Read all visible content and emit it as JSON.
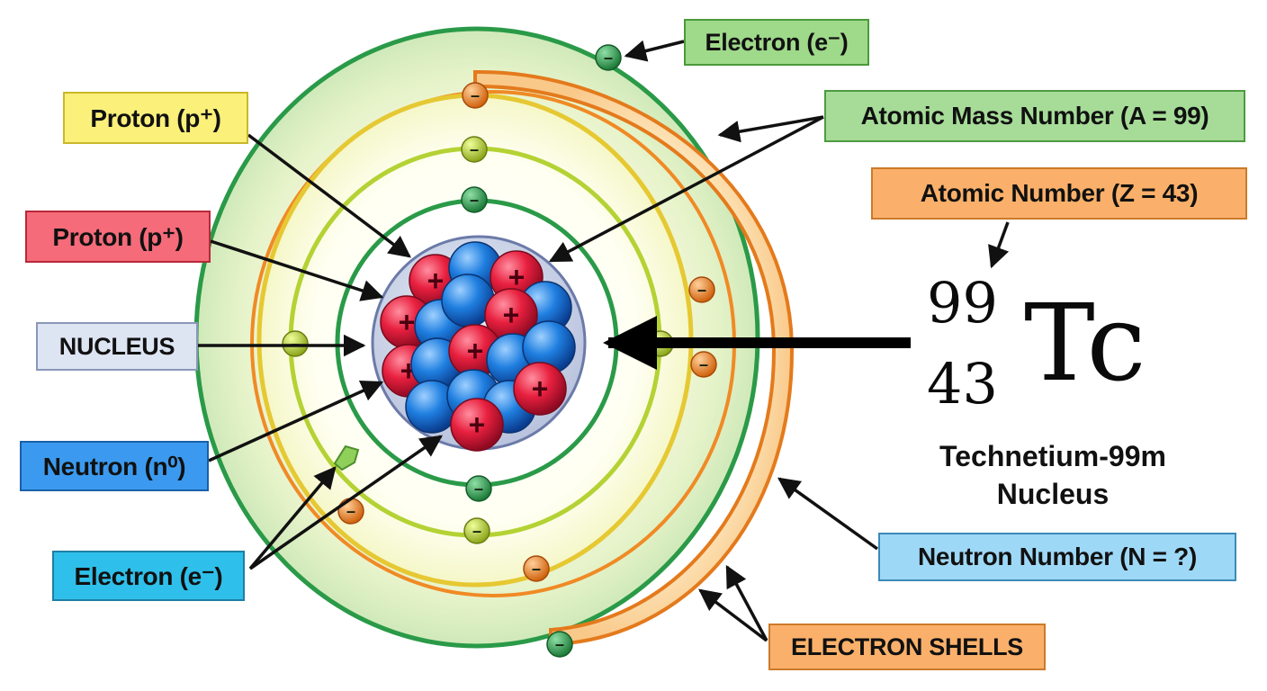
{
  "labels": {
    "proton_top": "Proton (p⁺)",
    "proton_mid": "Proton (p⁺)",
    "nucleus": "NUCLEUS",
    "neutron": "Neutron (n⁰)",
    "electron_left": "Electron (e⁻)",
    "electron_top": "Electron (e⁻)",
    "mass_number": "Atomic Mass Number (A = 99)",
    "atomic_number": "Atomic Number (Z = 43)",
    "neutron_number": "Neutron Number (N = ?)",
    "electron_shells": "ELECTRON SHELLS"
  },
  "symbol": {
    "mass": "99",
    "atomic": "43",
    "element": "Tc"
  },
  "caption": {
    "line1": "Technetium-99m",
    "line2": "Nucleus"
  },
  "particle_signs": {
    "proton": "+",
    "electron": "–"
  },
  "colors": {
    "proton": "#e8203f",
    "neutron": "#1f7fe0",
    "electron_green": "#2ea050",
    "electron_lime": "#b4d234",
    "electron_orange": "#f08a25",
    "shell_green": "#2a9a48",
    "shell_yellow": "#e6d83a",
    "shell_orange": "#f08a25"
  }
}
